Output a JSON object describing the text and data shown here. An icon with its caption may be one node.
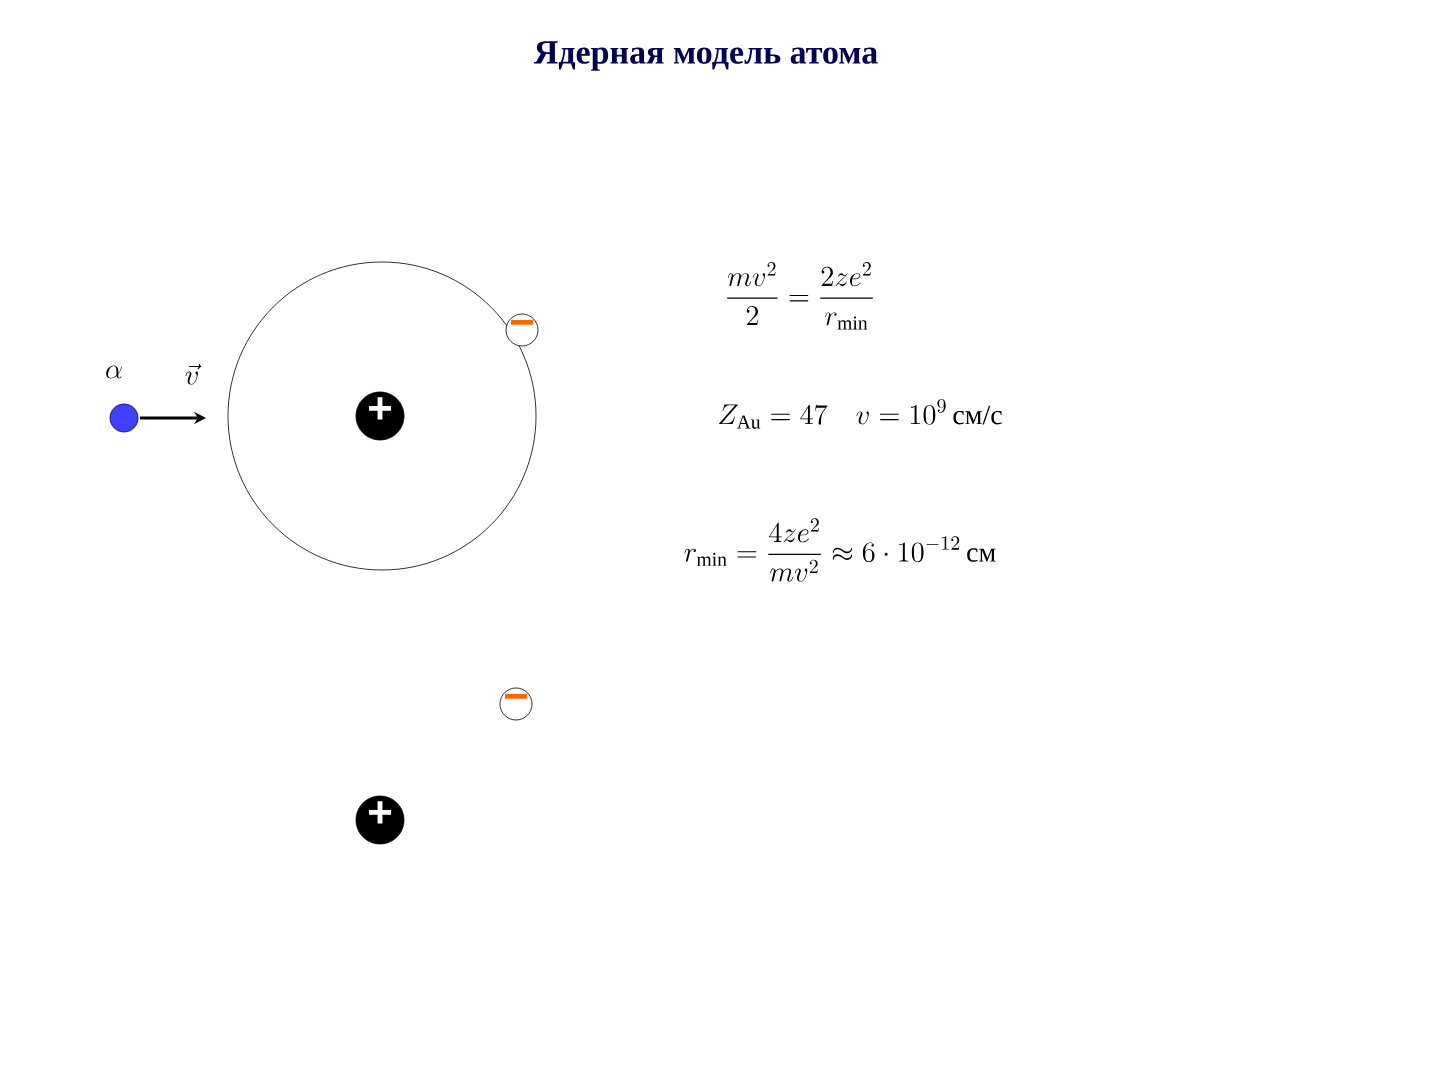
{
  "diagram": {
    "title": "Ядерная модель атома",
    "nodes": [
      {
        "text": [],
        "shape": "circle"
      },
      {
        "text": [
          "+"
        ],
        "in": 0
      },
      {
        "text": [
          "−"
        ]
      },
      {
        "text": [],
        "shape": "circle"
      },
      {
        "text": [
          "−"
        ]
      },
      {
        "text": [
          "+"
        ]
      }
    ],
    "labels": [
      "\\alpha",
      "\\vec{v}",
      "\\frac{m v^{2}}{2}=\\frac{2 z e^{2}}{r_{\\min}}",
      "Z_{\\mathrm{Au}}=47\\quad v=10^{9}\\,\\mbox{см/с}",
      "r_{\\min}=\\frac{4 z e^{2}}{m v^{2}}\\approx 6\\cdot 10^{-12}\\,\\mbox{см}"
    ]
  }
}
